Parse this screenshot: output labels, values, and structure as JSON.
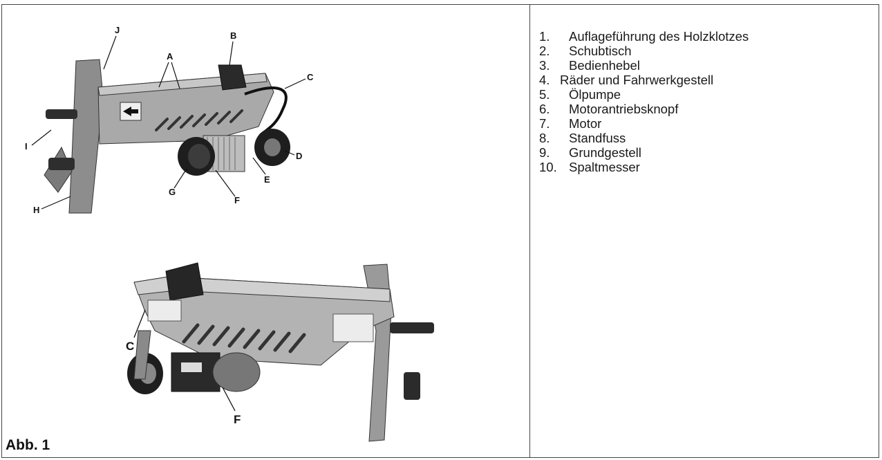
{
  "figure": {
    "caption": "Abb. 1",
    "top_labels": [
      "J",
      "A",
      "B",
      "C",
      "I",
      "D",
      "E",
      "G",
      "F",
      "H"
    ],
    "bottom_labels": [
      "C",
      "F"
    ]
  },
  "legend": {
    "items": [
      {
        "number": "1.",
        "text": "Auflageführung des Holzklotzes"
      },
      {
        "number": "2.",
        "text": "Schubtisch"
      },
      {
        "number": "3.",
        "text": "Bedienhebel"
      },
      {
        "number": "4.",
        "text": "Räder und Fahrwerkgestell"
      },
      {
        "number": "5.",
        "text": "Ölpumpe"
      },
      {
        "number": "6.",
        "text": "Motorantriebsknopf"
      },
      {
        "number": "7.",
        "text": "Motor"
      },
      {
        "number": "8.",
        "text": "Standfuss"
      },
      {
        "number": "9.",
        "text": "Grundgestell"
      },
      {
        "number": "10.",
        "text": "Spaltmesser"
      }
    ]
  }
}
